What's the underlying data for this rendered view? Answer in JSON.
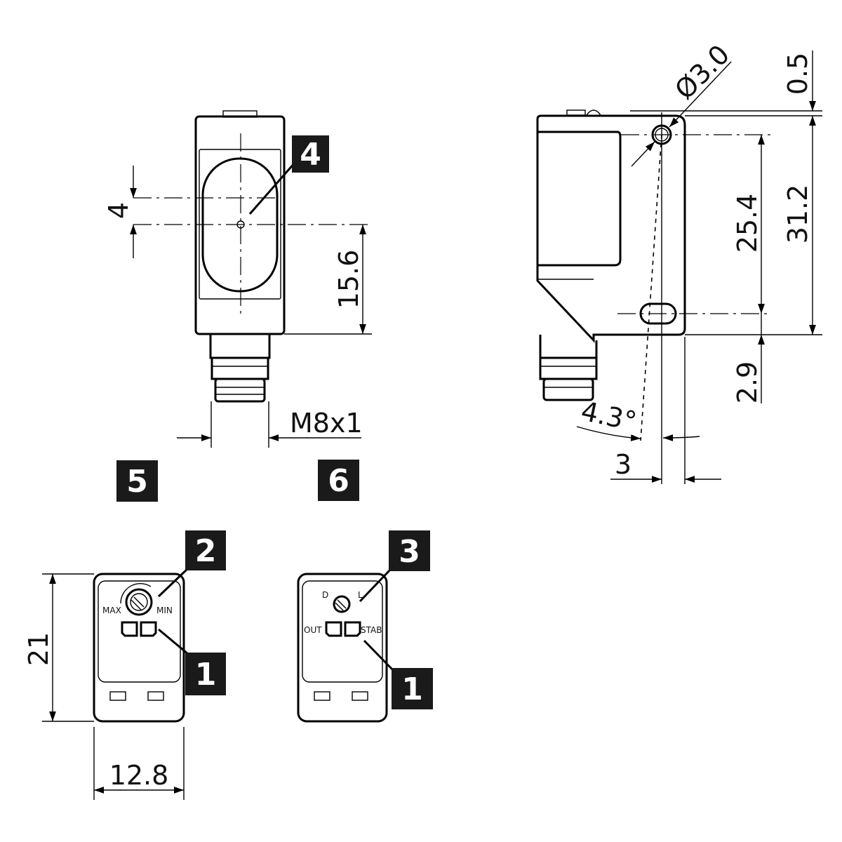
{
  "dimensions": {
    "offset_4": "4",
    "d15_6": "15.6",
    "thread": "M8x1",
    "hole_dia": "Ø3.0",
    "d0_5": "0.5",
    "d25_4": "25.4",
    "d31_2": "31.2",
    "d2_9": "2.9",
    "angle": "4.3°",
    "d3": "3",
    "height_21": "21",
    "width_12_8": "12.8"
  },
  "callouts": {
    "c4": "4",
    "c5": "5",
    "c6": "6",
    "c2": "2",
    "c3": "3",
    "c1a": "1",
    "c1b": "1"
  },
  "panel5": {
    "max": "MAX",
    "min": "MIN"
  },
  "panel6": {
    "d": "D",
    "l": "L",
    "out": "OUT",
    "stab": "STAB"
  }
}
